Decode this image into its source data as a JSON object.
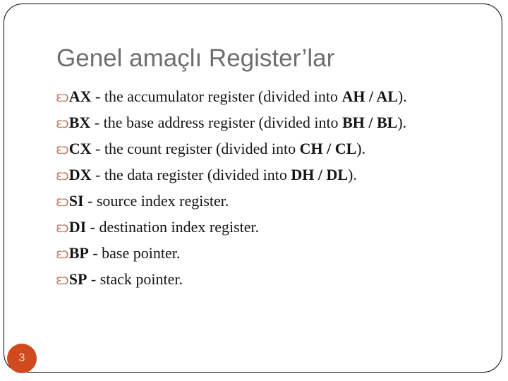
{
  "slide": {
    "title": "Genel amaçlı Register’lar",
    "page_number": "3",
    "bullet_glyph": "ɛɔ",
    "bullets": [
      {
        "reg": "AX",
        "mid": " - the accumulator register (divided into ",
        "sub": "AH / AL",
        "tail": ")."
      },
      {
        "reg": "BX",
        "mid": " - the base address register (divided into ",
        "sub": "BH / BL",
        "tail": ")."
      },
      {
        "reg": "CX",
        "mid": " - the count register (divided into ",
        "sub": "CH / CL",
        "tail": ")."
      },
      {
        "reg": "DX",
        "mid": " - the data register (divided into ",
        "sub": "DH / DL",
        "tail": ")."
      },
      {
        "reg": "SI",
        "mid": " - source index register.",
        "sub": "",
        "tail": ""
      },
      {
        "reg": "DI",
        "mid": " - destination index register.",
        "sub": "",
        "tail": ""
      },
      {
        "reg": "BP",
        "mid": " - base pointer.",
        "sub": "",
        "tail": ""
      },
      {
        "reg": "SP",
        "mid": " - stack pointer.",
        "sub": "",
        "tail": ""
      }
    ],
    "colors": {
      "title": "#6e6e6e",
      "body": "#151515",
      "bullet": "#c07d63",
      "border": "#000000",
      "page_circle": "#d04a1e",
      "page_number": "#e8dfc8"
    }
  }
}
